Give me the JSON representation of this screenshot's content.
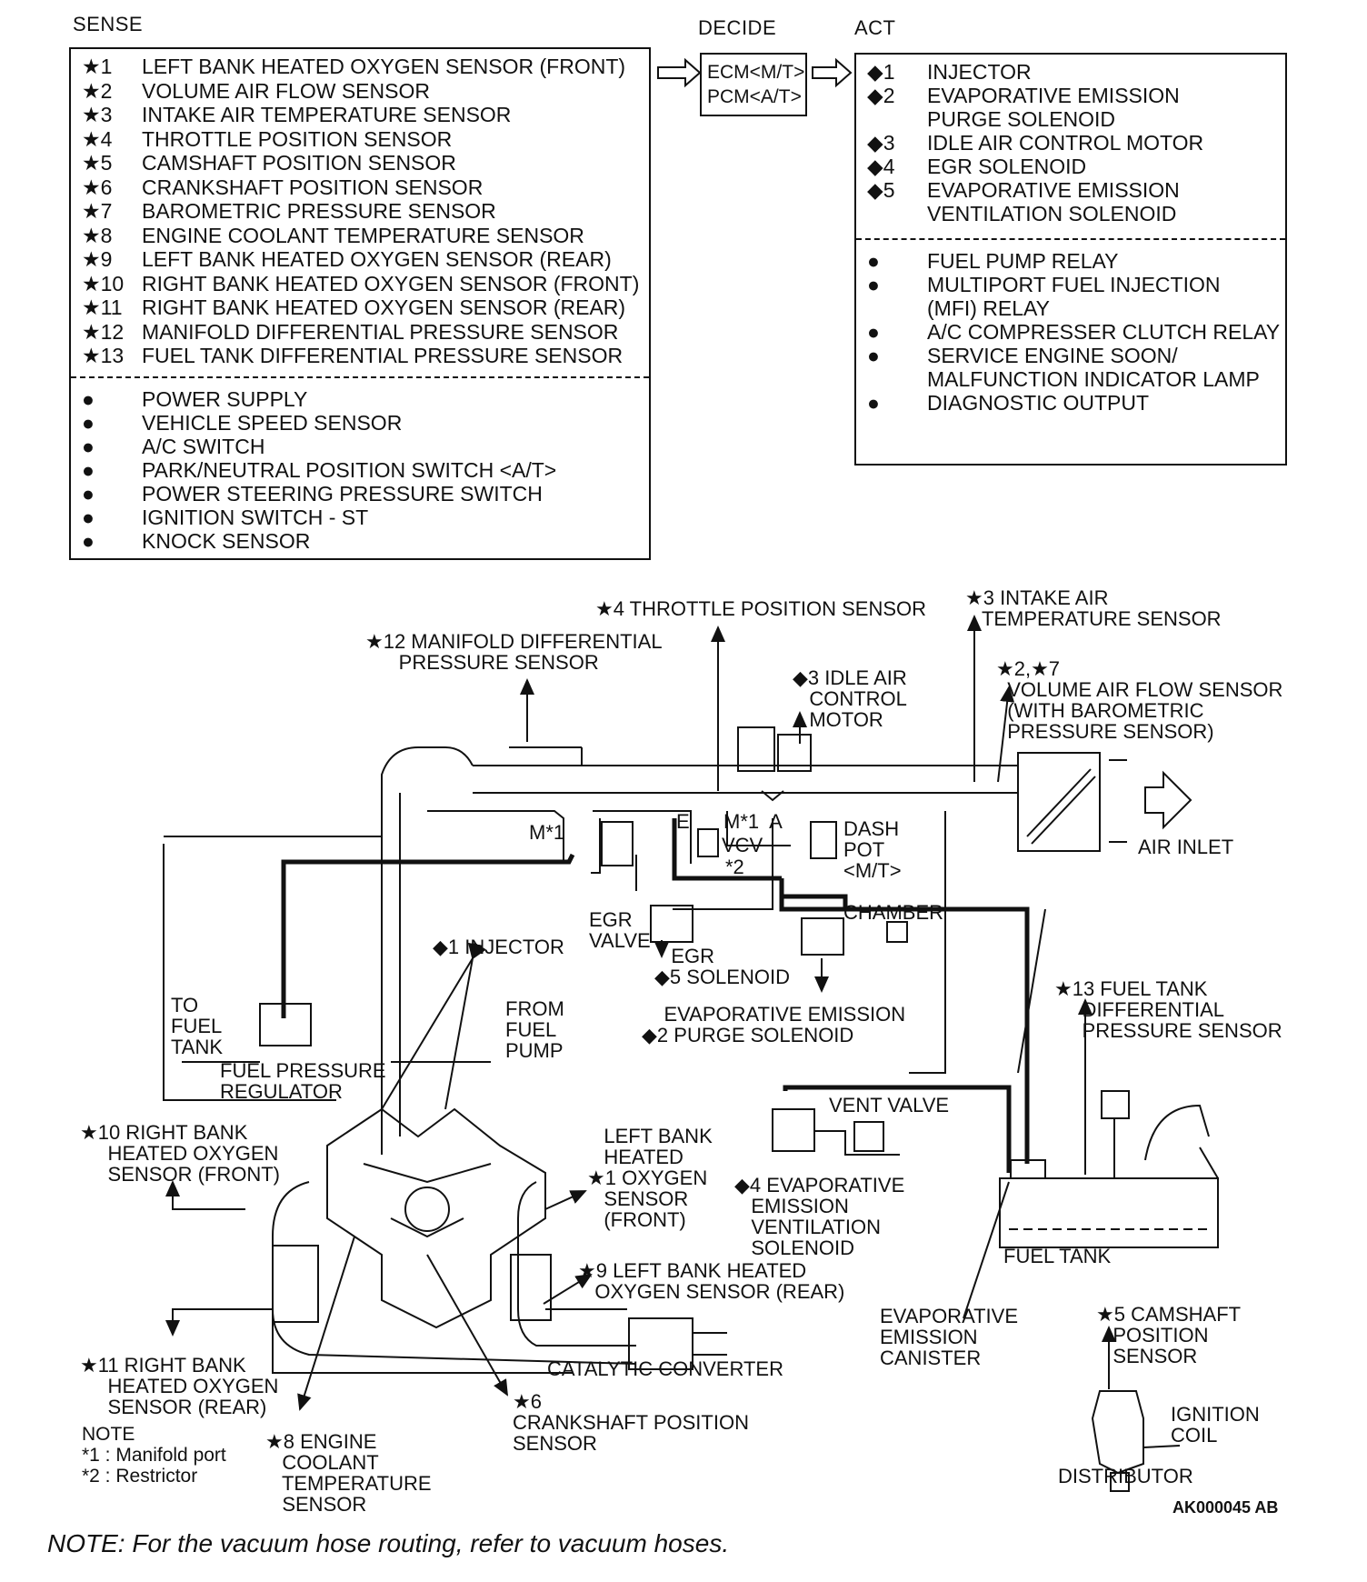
{
  "headers": {
    "sense": "SENSE",
    "decide": "DECIDE",
    "act": "ACT"
  },
  "ecm": {
    "line1": "ECM<M/T>",
    "line2": "PCM<A/T>"
  },
  "sense_top": [
    {
      "mark": "★1",
      "text": "LEFT BANK HEATED OXYGEN SENSOR (FRONT)"
    },
    {
      "mark": "★2",
      "text": "VOLUME AIR FLOW SENSOR"
    },
    {
      "mark": "★3",
      "text": "INTAKE AIR TEMPERATURE SENSOR"
    },
    {
      "mark": "★4",
      "text": "THROTTLE POSITION SENSOR"
    },
    {
      "mark": "★5",
      "text": "CAMSHAFT POSITION SENSOR"
    },
    {
      "mark": "★6",
      "text": "CRANKSHAFT POSITION SENSOR"
    },
    {
      "mark": "★7",
      "text": "BAROMETRIC PRESSURE SENSOR"
    },
    {
      "mark": "★8",
      "text": "ENGINE COOLANT TEMPERATURE SENSOR"
    },
    {
      "mark": "★9",
      "text": "LEFT BANK HEATED OXYGEN SENSOR (REAR)"
    },
    {
      "mark": "★10",
      "text": "RIGHT BANK HEATED OXYGEN SENSOR (FRONT)"
    },
    {
      "mark": "★11",
      "text": "RIGHT BANK HEATED OXYGEN SENSOR (REAR)"
    },
    {
      "mark": "★12",
      "text": "MANIFOLD DIFFERENTIAL PRESSURE SENSOR"
    },
    {
      "mark": "★13",
      "text": "FUEL TANK DIFFERENTIAL PRESSURE SENSOR"
    }
  ],
  "sense_bottom": [
    {
      "mark": "●",
      "text": "POWER SUPPLY"
    },
    {
      "mark": "●",
      "text": "VEHICLE SPEED SENSOR"
    },
    {
      "mark": "●",
      "text": "A/C SWITCH"
    },
    {
      "mark": "●",
      "text": "PARK/NEUTRAL POSITION SWITCH <A/T>"
    },
    {
      "mark": "●",
      "text": "POWER STEERING PRESSURE SWITCH"
    },
    {
      "mark": "●",
      "text": "IGNITION SWITCH - ST"
    },
    {
      "mark": "●",
      "text": "KNOCK SENSOR"
    }
  ],
  "act_top": [
    {
      "mark": "◆1",
      "text": "INJECTOR"
    },
    {
      "mark": "◆2",
      "text": "EVAPORATIVE EMISSION"
    },
    {
      "mark": "",
      "text": "PURGE SOLENOID"
    },
    {
      "mark": "◆3",
      "text": "IDLE AIR CONTROL MOTOR"
    },
    {
      "mark": "◆4",
      "text": "EGR SOLENOID"
    },
    {
      "mark": "◆5",
      "text": "EVAPORATIVE EMISSION"
    },
    {
      "mark": "",
      "text": "VENTILATION SOLENOID"
    }
  ],
  "act_bottom": [
    {
      "mark": "●",
      "text": "FUEL PUMP RELAY"
    },
    {
      "mark": "●",
      "text": "MULTIPORT FUEL INJECTION"
    },
    {
      "mark": "",
      "text": "(MFI) RELAY"
    },
    {
      "mark": "●",
      "text": "A/C COMPRESSER CLUTCH RELAY"
    },
    {
      "mark": "●",
      "text": "SERVICE ENGINE SOON/"
    },
    {
      "mark": "",
      "text": "MALFUNCTION INDICATOR LAMP"
    },
    {
      "mark": "●",
      "text": "DIAGNOSTIC OUTPUT"
    }
  ],
  "labels": {
    "throttle": "★4 THROTTLE POSITION SENSOR",
    "intake_air": "★3 INTAKE AIR\n   TEMPERATURE SENSOR",
    "manifold": "★12 MANIFOLD DIFFERENTIAL\n      PRESSURE SENSOR",
    "idle_air": "◆3 IDLE AIR\n   CONTROL\n   MOTOR",
    "vaf": "★2,★7\n  VOLUME AIR FLOW SENSOR\n  (WITH BAROMETRIC\n  PRESSURE SENSOR)",
    "air_inlet": "AIR INLET",
    "m1_left": "M*1",
    "e_port": "E",
    "m1a": "M*1  A",
    "vcv": "VCV",
    "star2": "*2",
    "dash_pot": "DASH\nPOT\n<M/T>",
    "chamber": "CHAMBER",
    "egr_valve": "EGR\nVALVE",
    "egr_solenoid": "   EGR\n◆5 SOLENOID",
    "injector": "◆1 INJECTOR",
    "evap_purge": "    EVAPORATIVE EMISSION\n◆2 PURGE SOLENOID",
    "to_fuel_tank": "TO\nFUEL\nTANK",
    "from_fuel_pump": "FROM\nFUEL\nPUMP",
    "fuel_pressure": "FUEL PRESSURE\nREGULATOR",
    "fuel_tank_diff": "★13 FUEL TANK\n     DIFFERENTIAL\n     PRESSURE SENSOR",
    "vent_valve": "VENT VALVE",
    "right_bank_front": "★10 RIGHT BANK\n     HEATED OXYGEN\n     SENSOR (FRONT)",
    "left_bank_front": "   LEFT BANK\n   HEATED\n★1 OXYGEN\n   SENSOR\n   (FRONT)",
    "evap_vent": "◆4 EVAPORATIVE\n   EMISSION\n   VENTILATION\n   SOLENOID",
    "fuel_tank": "FUEL TANK",
    "left_bank_rear": "★9 LEFT BANK HEATED\n   OXYGEN SENSOR (REAR)",
    "evap_canister": "EVAPORATIVE\nEMISSION\nCANISTER",
    "camshaft": "★5 CAMSHAFT\n   POSITION\n   SENSOR",
    "right_bank_rear": "★11 RIGHT BANK\n     HEATED OXYGEN\n     SENSOR (REAR)",
    "catalytic": "CATALYTIC CONVERTER",
    "ignition_coil": "IGNITION\nCOIL",
    "crankshaft": "★6\nCRANKSHAFT POSITION\nSENSOR",
    "coolant": "★8 ENGINE\n   COOLANT\n   TEMPERATURE\n   SENSOR",
    "note_block": "NOTE\n*1 : Manifold port\n*2 : Restrictor",
    "distributor": "DISTRIBUTOR"
  },
  "figure_code": "AK000045 AB",
  "footer_note": "NOTE: For the vacuum hose routing, refer to vacuum hoses."
}
